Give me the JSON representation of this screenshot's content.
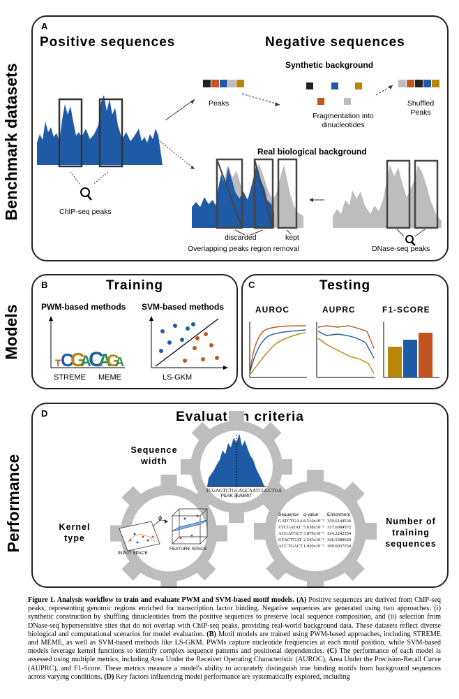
{
  "side_labels": {
    "benchmark": "Benchmark datasets",
    "models": "Models",
    "performance": "Performance"
  },
  "panel_a": {
    "letter": "A",
    "positive_title": "Positive sequences",
    "negative_title": "Negative sequences",
    "synthetic_title": "Synthetic background",
    "peaks_label": "Peaks",
    "fragmentation_label": "Fragmentation into dinucleotides",
    "shuffled_label": "Shuffled Peaks",
    "real_title": "Real biological background",
    "chip_label": "ChIP-seq peaks",
    "discarded_label": "discarded",
    "kept_label": "kept",
    "overlap_label": "Overlapping peaks region removal",
    "dnase_label": "DNase-seq peaks"
  },
  "panel_b": {
    "letter": "B",
    "title": "Training",
    "pwm_title": "PWM-based methods",
    "svm_title": "SVM-based methods",
    "streme": "STREME",
    "meme": "MEME",
    "lsgkm": "LS-GKM"
  },
  "panel_c": {
    "letter": "C",
    "title": "Testing",
    "auroc": "AUROC",
    "auprc": "AUPRC",
    "f1": "F1-SCORE"
  },
  "panel_d": {
    "letter": "D",
    "title": "Evaluation criteria",
    "seq_width": "Sequence width",
    "kernel_type": "Kernel type",
    "num_train": "Number of training sequences",
    "peak_summit": "PEAK SUMMIT",
    "sequence_text": "TCGAGTCTGCAGCAATCGCCTGA",
    "input_space": "INPUT SPACE",
    "feature_space": "FEATURE SPACE",
    "phi": "ϕ",
    "table_headers": [
      "Sequence",
      "q-value",
      "Enrichment"
    ],
    "table_rows": [
      [
        "GATCTGAA",
        "8.516x10⁻³",
        "350.6144536"
      ],
      [
        "TTCGATAT",
        "5.638x10⁻³",
        "337.6094572"
      ],
      [
        "ACGATGCT",
        "3.879x10⁻³",
        "324.2242354"
      ],
      [
        "GTACTGAT",
        "2.543x10⁻³",
        "320.5389629"
      ],
      [
        "ACCTGACT",
        "1.939x10⁻³",
        "309.6937250"
      ]
    ]
  },
  "colors": {
    "blue": "#1f5aa6",
    "orange": "#c2551f",
    "gold": "#b8860b",
    "gray": "#bdbdbd",
    "dark": "#222222"
  },
  "caption": {
    "bold_lead": "Figure 1. Analysis workflow to train and evaluate PWM and SVM-based motif models.",
    "a_tag": "(A)",
    "a_text": "Positive sequences are derived from ChIP-seq peaks, representing genomic regions enriched for transcription factor binding. Negative sequences are generated using two approaches: (i) synthetic construction by shuffling dinucleotides from the positive sequences to preserve local sequence composition, and (ii) selection from DNase-seq hypersensitive sites that do not overlap with ChIP-seq peaks, providing real-world background data. These datasets reflect diverse biological and computational scenarios for model evaluation.",
    "b_tag": "(B)",
    "b_text": "Motif models are trained using PWM-based approaches, including STREME and MEME, as well as SVM-based methods like LS-GKM. PWMs capture nucleotide frequencies at each motif position, while SVM-based models leverage kernel functions to identify complex sequence patterns and positional dependencies.",
    "c_tag": "(C)",
    "c_text": "The performance of each model is assessed using multiple metrics, including Area Under the Receiver Operating Characteristic (AUROC), Area Under the Precision-Recall Curve (AUPRC), and F1-Score. These metrics measure a model's ability to accurately distinguish true binding motifs from background sequences across varying conditions.",
    "d_tag": "(D)",
    "d_text": "Key factors influencing model performance are systematically explored, including"
  }
}
